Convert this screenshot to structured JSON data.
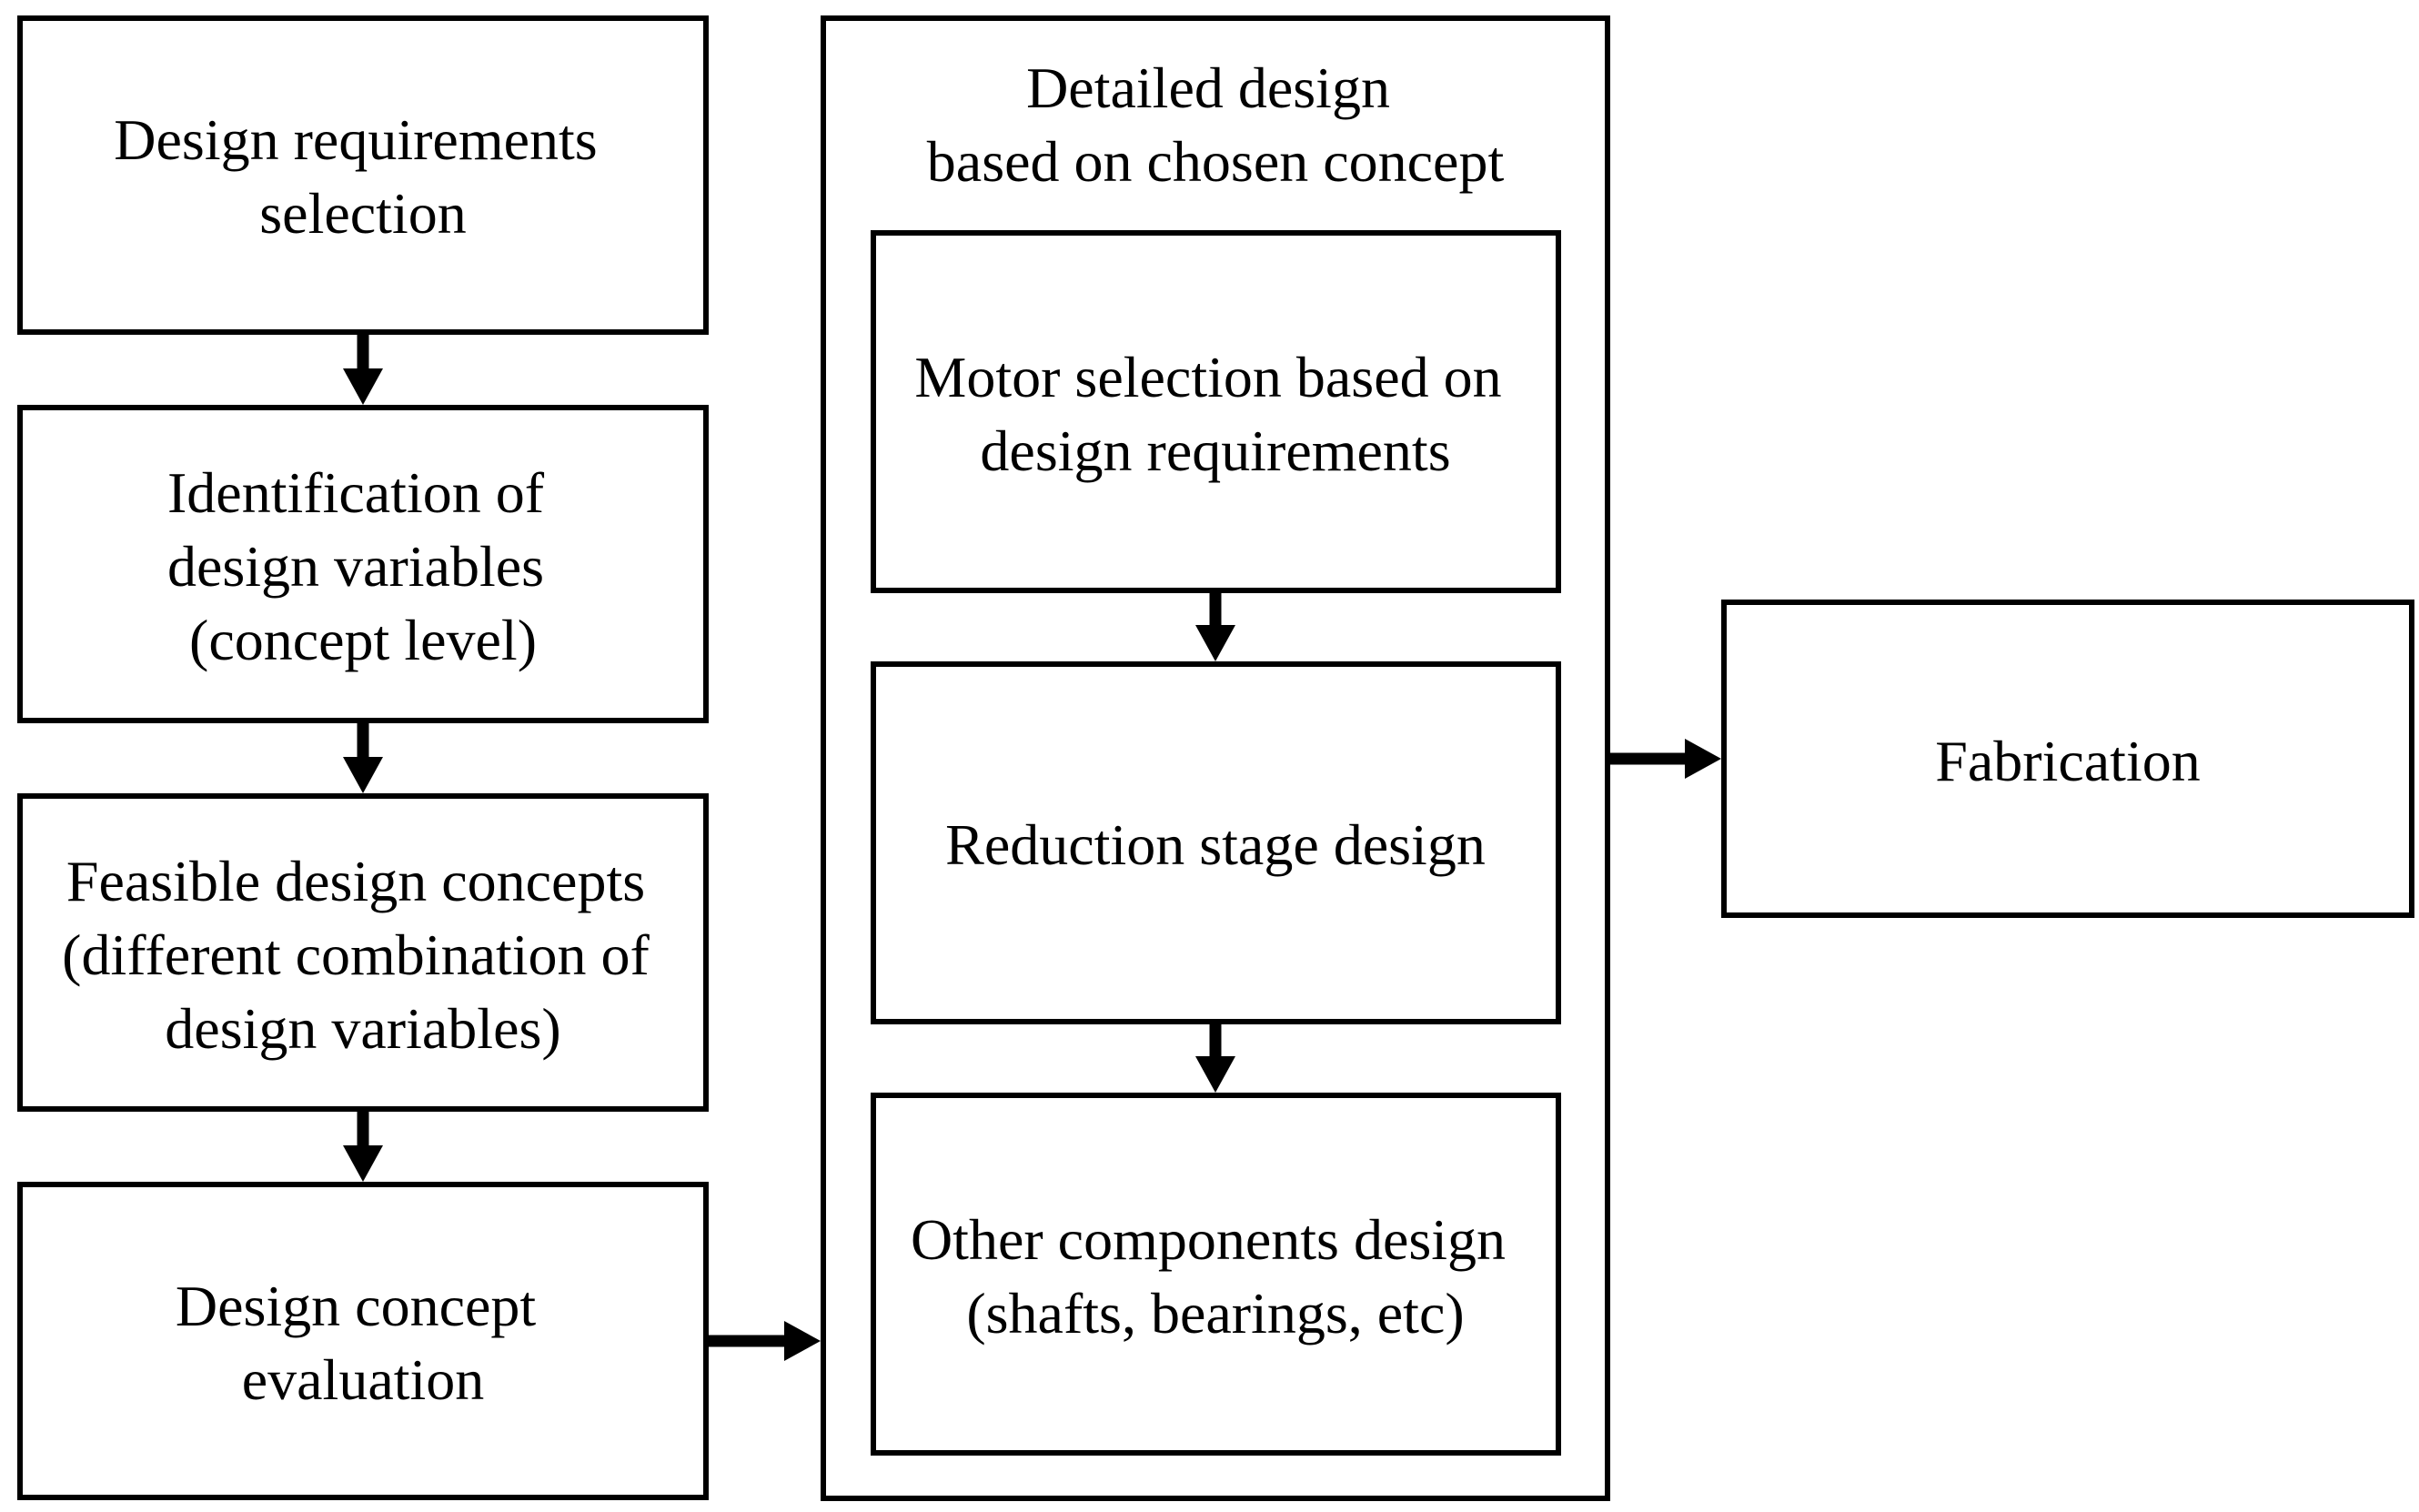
{
  "diagram": {
    "nodes": {
      "requirements": {
        "lines": [
          "Design requirements",
          "selection"
        ]
      },
      "variables": {
        "lines": [
          "Identification of",
          "design variables",
          "(concept level)"
        ]
      },
      "concepts": {
        "lines": [
          "Feasible design concepts",
          "(different combination of",
          "design variables)"
        ]
      },
      "evaluation": {
        "lines": [
          "Design concept",
          "evaluation"
        ]
      },
      "detailed": {
        "lines": [
          "Detailed design",
          "based on chosen concept"
        ]
      },
      "motor": {
        "lines": [
          "Motor selection based on",
          "design requirements"
        ]
      },
      "reduction": {
        "lines": [
          "Reduction stage design"
        ]
      },
      "components": {
        "lines": [
          "Other components design",
          "(shafts, bearings, etc)"
        ]
      },
      "fabrication": {
        "lines": [
          "Fabrication"
        ]
      }
    },
    "edges": [
      {
        "from": "requirements",
        "to": "variables"
      },
      {
        "from": "variables",
        "to": "concepts"
      },
      {
        "from": "concepts",
        "to": "evaluation"
      },
      {
        "from": "evaluation",
        "to": "detailed"
      },
      {
        "from": "motor",
        "to": "reduction"
      },
      {
        "from": "reduction",
        "to": "components"
      },
      {
        "from": "detailed",
        "to": "fabrication"
      }
    ]
  }
}
